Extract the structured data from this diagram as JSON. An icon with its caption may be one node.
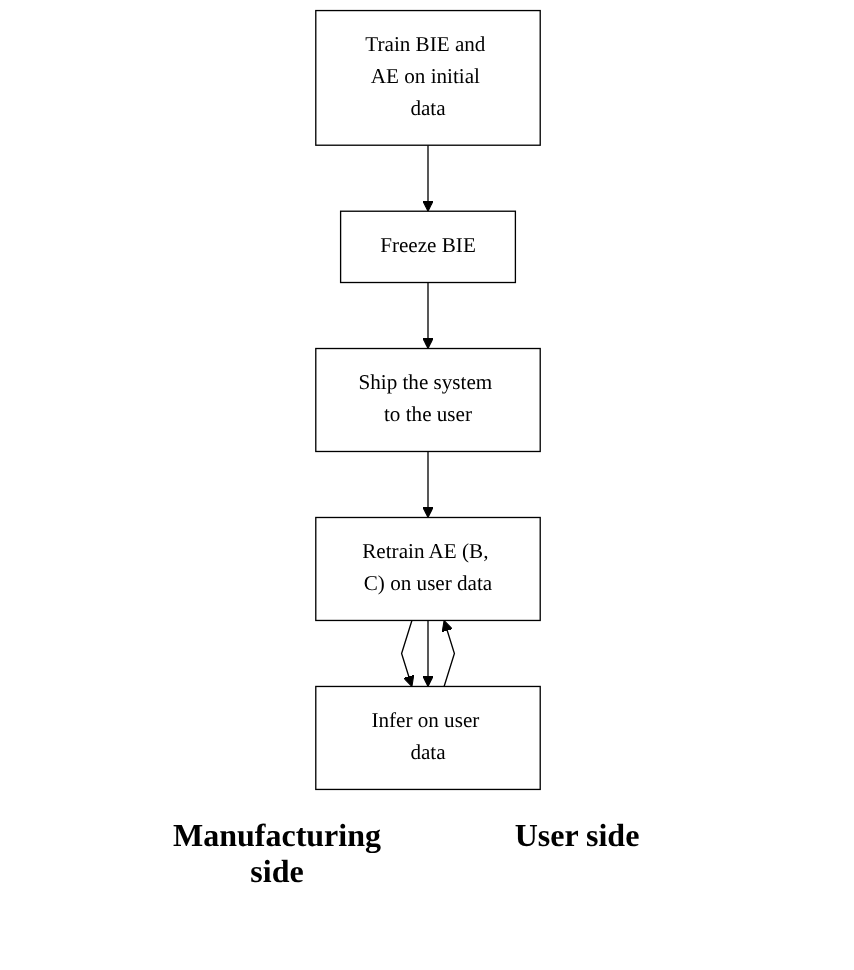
{
  "diagram": {
    "nodes": [
      {
        "text": [
          "Train BIE and AE on initial data"
        ]
      },
      {
        "text": [
          "Freeze BIE"
        ]
      },
      {
        "text": [
          "Ship the system to the user"
        ]
      },
      {
        "text": [
          "Retrain AE (B, C) on user data"
        ]
      },
      {
        "text": [
          "Infer on user data"
        ]
      }
    ],
    "edges": [
      {
        "from": 0,
        "to": 1,
        "arrow": "to"
      },
      {
        "from": 1,
        "to": 2,
        "arrow": "to"
      },
      {
        "from": 2,
        "to": 3,
        "arrow": "to"
      },
      {
        "from": 3,
        "to": 4,
        "arrow": "to"
      },
      {
        "from": 4,
        "to": 3,
        "arrow": "to"
      },
      {
        "from": 3,
        "to": 4,
        "arrow": "to"
      }
    ],
    "labels": [
      "Manufacturing side",
      "User side"
    ]
  }
}
